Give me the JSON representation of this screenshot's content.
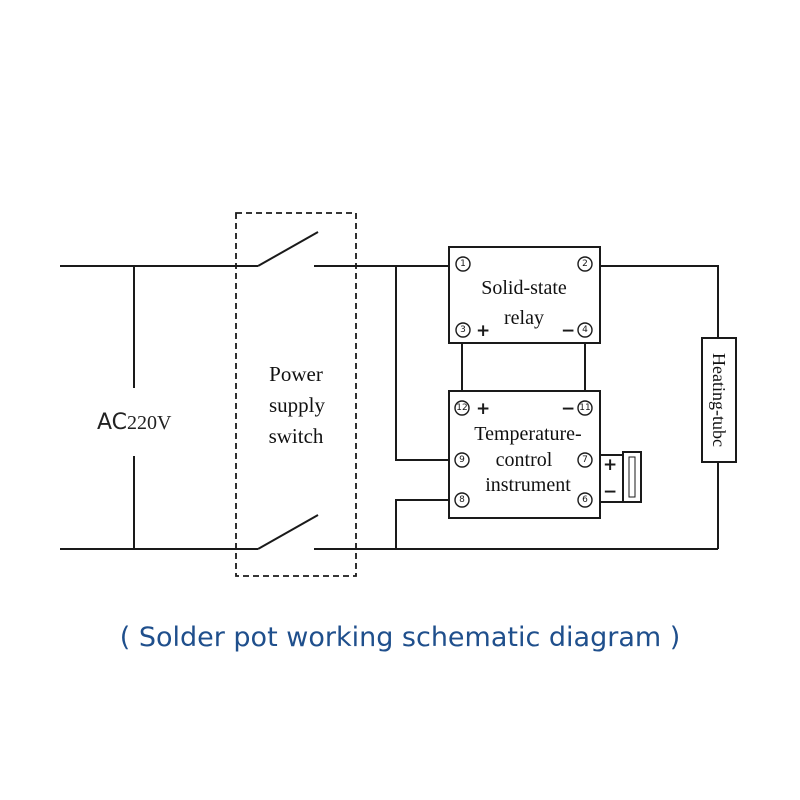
{
  "source": {
    "prefix": "AC",
    "value": "220V"
  },
  "switch": {
    "lines": [
      "Power",
      "supply",
      "switch"
    ]
  },
  "relay": {
    "lines": [
      "Solid-state",
      "relay"
    ],
    "terminals": [
      "1",
      "2",
      "3",
      "4"
    ],
    "plus": "+",
    "minus": "−"
  },
  "controller": {
    "lines": [
      "Temperature-",
      "control",
      "instrument"
    ],
    "terminals": [
      "12",
      "11",
      "9",
      "7",
      "8",
      "6"
    ],
    "plus": "+",
    "minus": "−"
  },
  "heater": {
    "label": "Heating-tubc"
  },
  "probe": {
    "plus": "+",
    "minus": "−"
  },
  "caption": "( Solder pot working schematic diagram )",
  "colors": {
    "caption": "#1f4f8c",
    "line": "#1a1a1a"
  }
}
